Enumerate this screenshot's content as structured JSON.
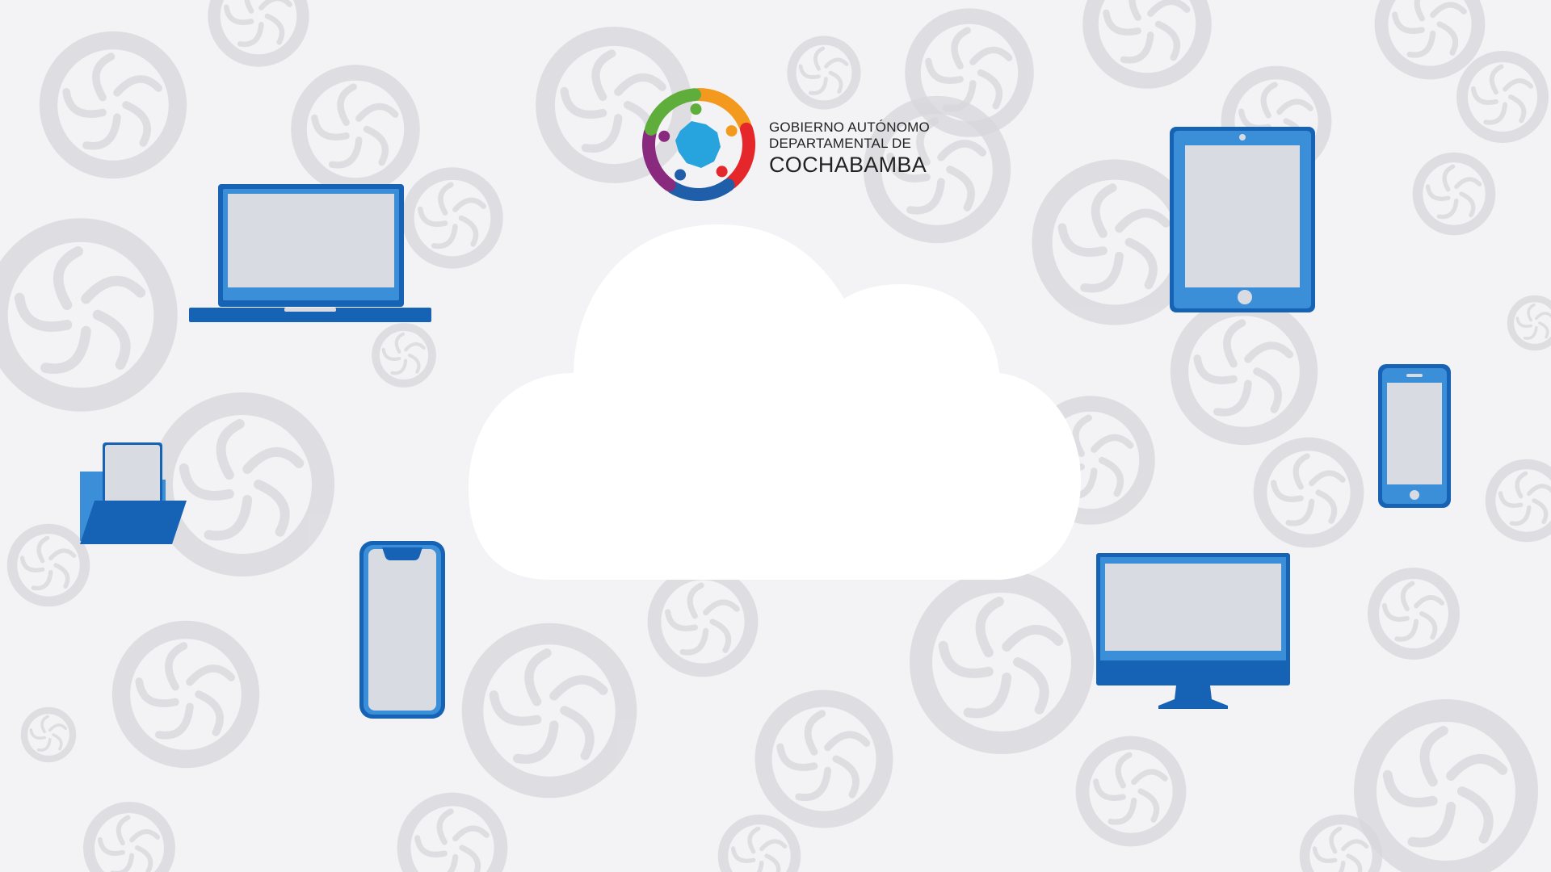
{
  "logo": {
    "line1": "GOBIERNO AUTÓNOMO",
    "line2": "DEPARTAMENTAL DE",
    "line3": "COCHABAMBA",
    "ring_colors": [
      "#f39a1e",
      "#e5262a",
      "#1f5ea8",
      "#8a2a7e",
      "#5fae3b"
    ],
    "map_color": "#27a3de"
  },
  "colors": {
    "background": "#f3f3f5",
    "device_dark": "#1663b5",
    "device_light": "#3a8fd8",
    "screen": "#d9dbe3",
    "cloud": "#ffffff",
    "swirl": "#d8d8dc"
  },
  "icons": [
    "laptop-icon",
    "tablet-icon",
    "folder-document-icon",
    "smartphone-notch-icon",
    "smartphone-icon",
    "desktop-monitor-icon",
    "cloud-icon"
  ]
}
